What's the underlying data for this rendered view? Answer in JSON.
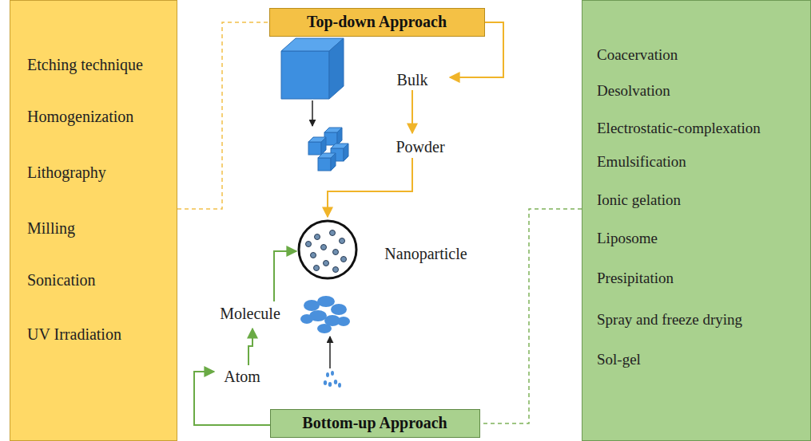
{
  "diagram": {
    "nodes": [
      {
        "text": [
          "Etching technique",
          "Homogenization",
          "Lithography",
          "Milling",
          "Sonication",
          "UV Irradiation"
        ]
      },
      {
        "text": [
          "Top-down Approach"
        ]
      },
      {
        "text": [
          "Coacervation",
          "Desolvation",
          "Electrostatic-complexation",
          "Emulsification",
          "Ionic gelation",
          "Liposome",
          "Presipitation",
          "Spray and freeze drying",
          "Sol-gel"
        ]
      },
      {
        "text": [
          "Bottom-up Approach"
        ]
      }
    ],
    "edges": [
      {
        "from": 0,
        "to": 1,
        "arrow": "none"
      },
      {
        "from": 2,
        "to": 3,
        "arrow": "none"
      }
    ],
    "labels": [
      "Bulk",
      "Powder",
      "Nanoparticle",
      "Molecule",
      "Atom"
    ]
  }
}
